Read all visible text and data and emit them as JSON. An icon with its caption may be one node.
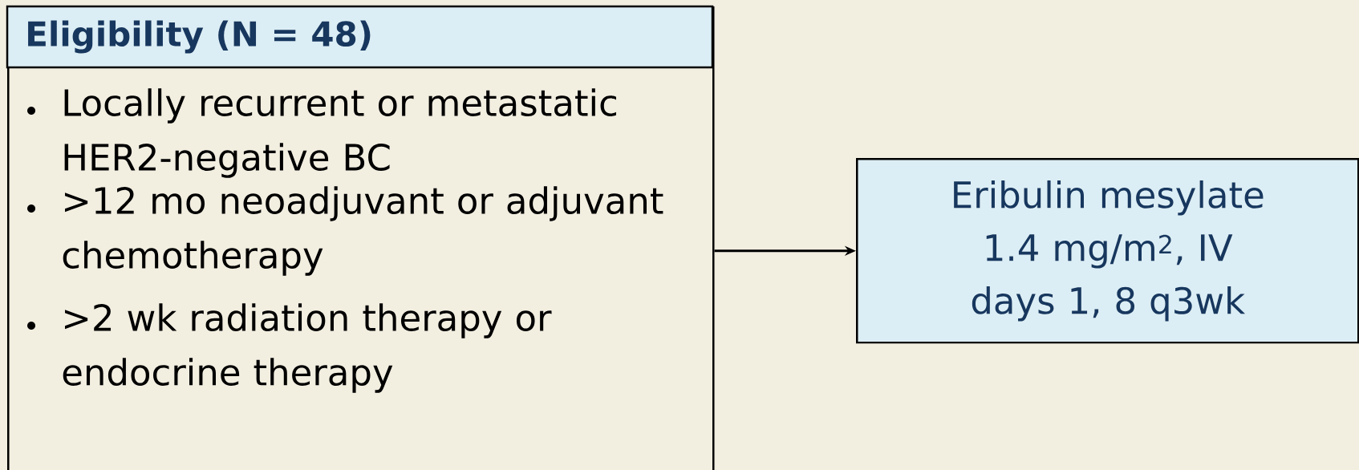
{
  "diagram": {
    "nodes": [
      {
        "text": [
          "Eligibility (N = 48)",
          "Locally recurrent or metastatic HER2-negative BC",
          ">12 mo neoadjuvant or adjuvant chemotherapy",
          ">2 wk radiation therapy or endocrine therapy"
        ]
      },
      {
        "text": [
          "Eribulin mesylate 1.4 mg/m$^{2}$, IV days 1, 8 q3wk"
        ]
      }
    ],
    "edges": [
      {
        "from": 0,
        "to": 1,
        "arrow": "to"
      }
    ]
  }
}
